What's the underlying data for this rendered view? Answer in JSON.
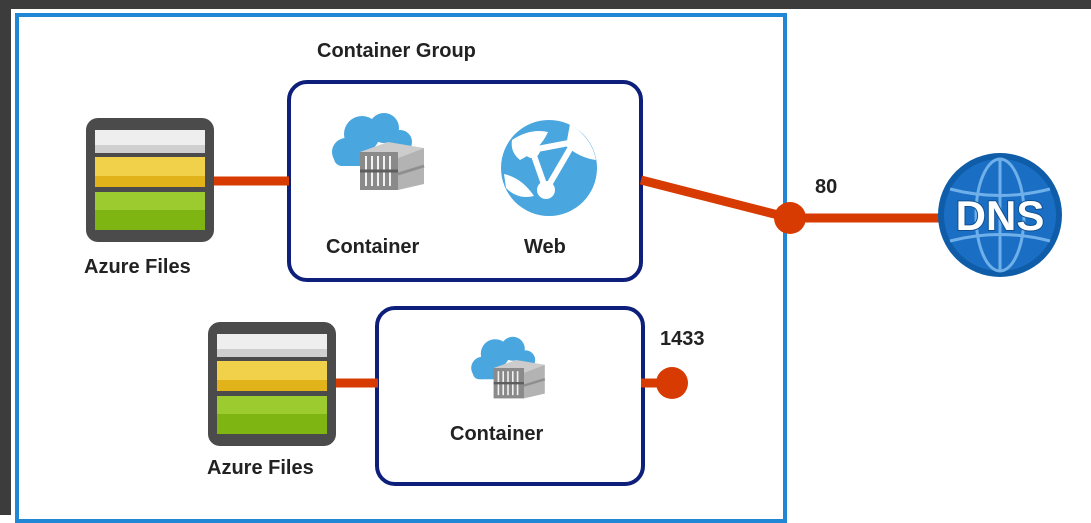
{
  "group_title": "Container Group",
  "nodes": {
    "azure_files_1": {
      "label": "Azure Files",
      "icon": "storage-icon"
    },
    "azure_files_2": {
      "label": "Azure Files",
      "icon": "storage-icon"
    },
    "container_1": {
      "label": "Container",
      "icon": "container-instance-icon"
    },
    "web": {
      "label": "Web",
      "icon": "web-app-icon"
    },
    "container_2": {
      "label": "Container",
      "icon": "container-instance-icon"
    },
    "dns": {
      "label": "DNS",
      "icon": "dns-icon"
    }
  },
  "ports": {
    "public": "80",
    "private": "1433"
  },
  "colors": {
    "panel_border": "#1f87d6",
    "box_border": "#0d1f7a",
    "connector": "#d83b01",
    "frame": "#3c3c3c",
    "dns_fill": "#1a6fc4",
    "cloud": "#49a6de"
  }
}
